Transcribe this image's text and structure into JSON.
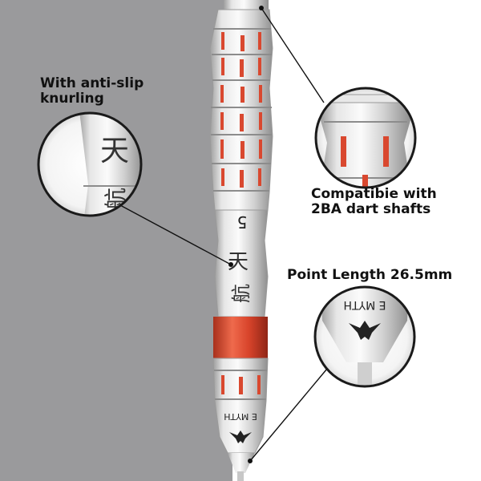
{
  "labels": {
    "knurling_line1": "With anti-slip",
    "knurling_line2": "knurling",
    "compat_line1": "Compatibie with",
    "compat_line2": "2BA dart shafts",
    "point_length": "Point Length 26.5mm"
  },
  "engraving": {
    "number": "5",
    "brand": "E MYTH"
  },
  "colors": {
    "background_left": "#9a9a9c",
    "accent_red": "#d9482f",
    "steel_light": "#f2f2f2",
    "steel_dark": "#a8a8a8"
  }
}
